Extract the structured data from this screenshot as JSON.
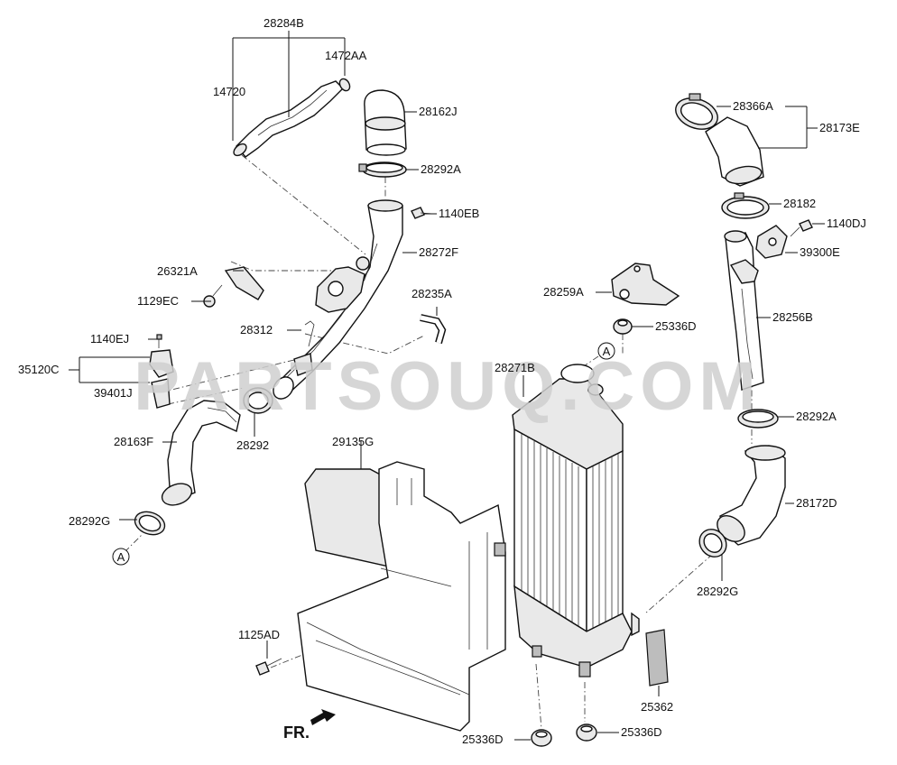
{
  "watermark": "PARTSOUQ.COM",
  "fr_label": "FR.",
  "ref_marker": "A",
  "labels": {
    "p28284B": "28284B",
    "p1472AA": "1472AA",
    "p14720": "14720",
    "p28162J": "28162J",
    "p28292A_top": "28292A",
    "p1140EB": "1140EB",
    "p28272F": "28272F",
    "p26321A": "26321A",
    "p1129EC": "1129EC",
    "p28312": "28312",
    "p28235A": "28235A",
    "p1140EJ": "1140EJ",
    "p35120C": "35120C",
    "p39401J": "39401J",
    "p28163F": "28163F",
    "p28292": "28292",
    "p28292G_left": "28292G",
    "p29135G": "29135G",
    "p1125AD": "1125AD",
    "p28366A": "28366A",
    "p28173E": "28173E",
    "p28182": "28182",
    "p1140DJ": "1140DJ",
    "p39300E": "39300E",
    "p28256B": "28256B",
    "p28259A": "28259A",
    "p25336D_mid": "25336D",
    "p28271B": "28271B",
    "p28292A_right": "28292A",
    "p28172D": "28172D",
    "p28292G_right": "28292G",
    "p25362": "25362",
    "p25336D_bl": "25336D",
    "p25336D_br": "25336D"
  }
}
